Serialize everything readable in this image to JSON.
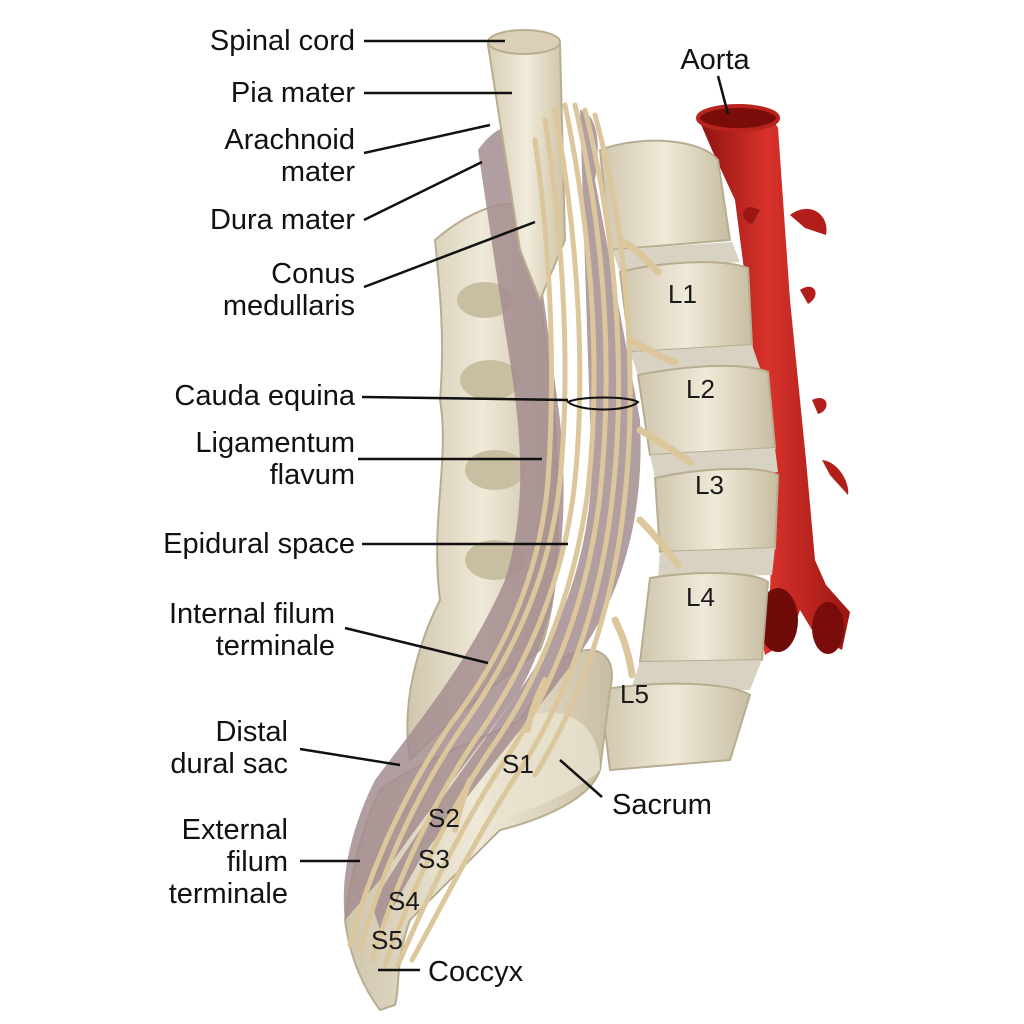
{
  "labels": {
    "spinal_cord": "Spinal cord",
    "pia_mater": "Pia mater",
    "arachnoid_mater": [
      "Arachnoid",
      "mater"
    ],
    "dura_mater": "Dura mater",
    "conus_medullaris": [
      "Conus",
      "medullaris"
    ],
    "cauda_equina": "Cauda equina",
    "ligamentum_flavum": [
      "Ligamentum",
      "flavum"
    ],
    "epidural_space": "Epidural space",
    "internal_filum_terminale": [
      "Internal filum",
      "terminale"
    ],
    "distal_dural_sac": [
      "Distal",
      "dural sac"
    ],
    "external_filum_terminale": [
      "External",
      "filum",
      "terminale"
    ],
    "aorta": "Aorta",
    "sacrum": "Sacrum",
    "coccyx": "Coccyx"
  },
  "vertebrae": {
    "L1": "L1",
    "L2": "L2",
    "L3": "L3",
    "L4": "L4",
    "L5": "L5",
    "S1": "S1",
    "S2": "S2",
    "S3": "S3",
    "S4": "S4",
    "S5": "S5"
  },
  "colors": {
    "bone": "#e6dfcb",
    "bone_shadow": "#bfb598",
    "disc": "#d9d3c4",
    "nerve": "#d9c49a",
    "dura": "#a38d8f",
    "aorta": "#c4201c",
    "leader": "#111111"
  }
}
